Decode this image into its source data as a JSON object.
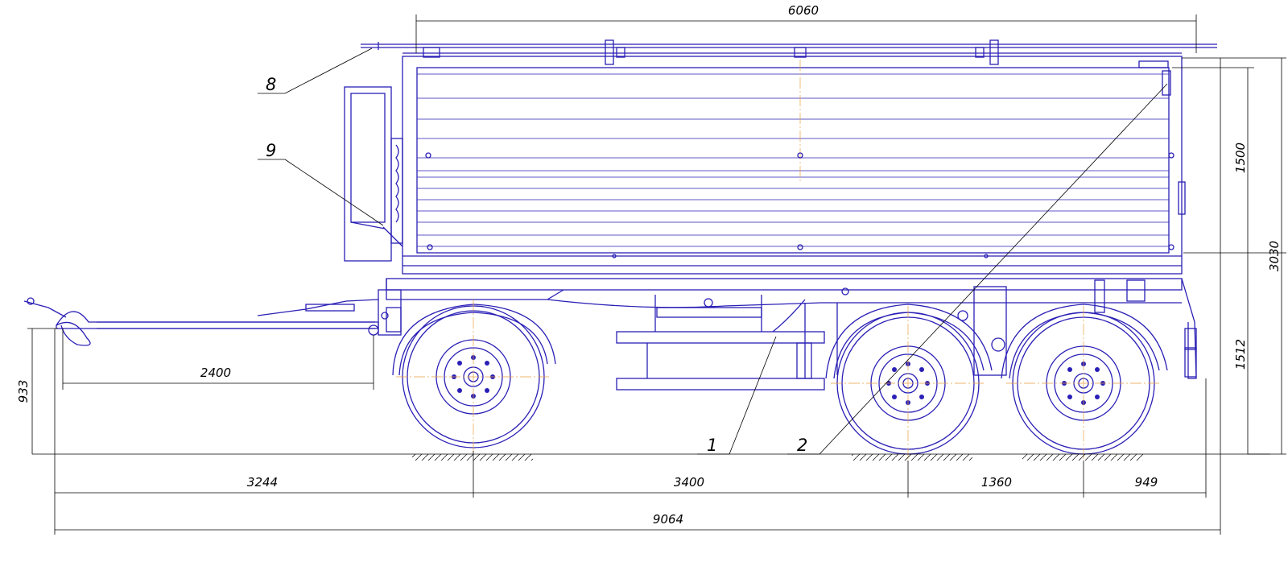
{
  "colors": {
    "outline": "#2a1fb5",
    "dimension": "#000000",
    "centerline": "#e8a040",
    "background": "#ffffff"
  },
  "dimensions": {
    "body_length": "6060",
    "side_height": "1500",
    "total_height": "3030",
    "floor_height": "1512",
    "drawbar_height": "933",
    "drawbar_length": "2400",
    "front_overhang": "3244",
    "wheelbase": "3400",
    "axle_spacing": "1360",
    "rear_overhang": "949",
    "total_length": "9064"
  },
  "callouts": [
    "1",
    "2",
    "8",
    "9"
  ]
}
